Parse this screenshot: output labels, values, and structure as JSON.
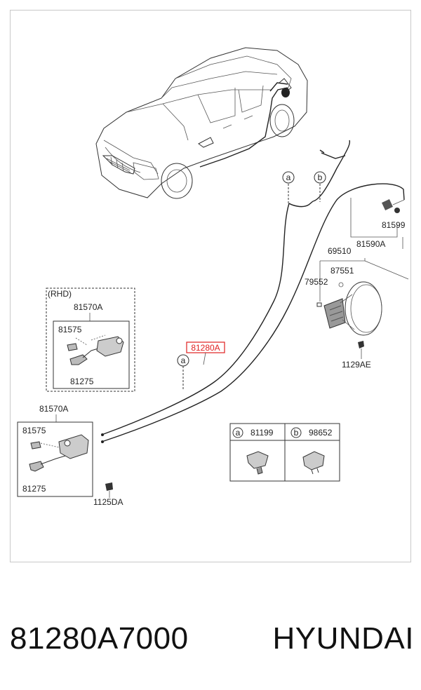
{
  "callouts": {
    "a": "a",
    "b": "b"
  },
  "labels": {
    "rhd": "(RHD)",
    "rhd_assy": "81570A",
    "rhd_part1": "81575",
    "rhd_part2": "81275",
    "lhd_assy": "81570A",
    "lhd_part1": "81575",
    "lhd_part2": "81275",
    "bolt": "1125DA",
    "cable": "81280A",
    "p81599": "81599",
    "p81590A": "81590A",
    "p69510": "69510",
    "p87551": "87551",
    "p79552": "79552",
    "p1129AE": "1129AE",
    "legend_a_part": "81199",
    "legend_b_part": "98652"
  },
  "highlight_color": "#e02020",
  "footer": {
    "part_number": "81280A7000",
    "brand": "HYUNDAI"
  }
}
